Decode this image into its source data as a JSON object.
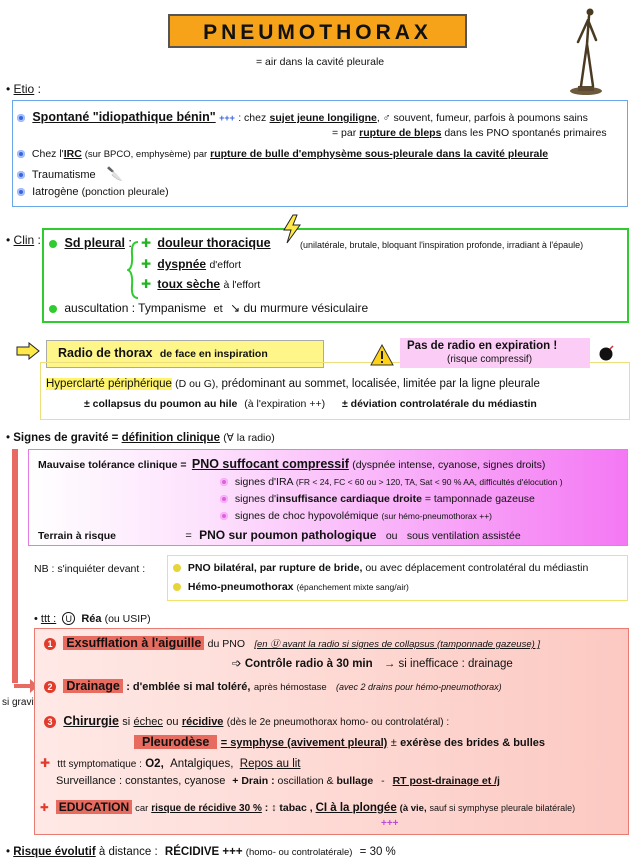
{
  "title": "PNEUMOTHORAX",
  "subtitle": "= air dans la cavité pleurale",
  "etio": {
    "label": "Etio",
    "line1_a": "Spontané \"idiopathique bénin\"",
    "line1_b": "+++",
    "line1_c": ": chez",
    "line1_d": "sujet jeune longiligne",
    "line1_e": ", ♂ souvent, fumeur, parfois à poumons sains",
    "line2_a": "= par",
    "line2_b": "rupture de bleps",
    "line2_c": "dans les PNO spontanés primaires",
    "line3_a": "Chez l'",
    "line3_b": "IRC",
    "line3_c": "(sur BPCO, emphysème) par",
    "line3_d": "rupture de bulle d'emphysème sous-pleurale dans la cavité pleurale",
    "line4": "Traumatisme",
    "line5_a": "Iatrogène",
    "line5_b": "(ponction pleurale)"
  },
  "clin": {
    "label": "Clin",
    "sd_label": "Sd pleural",
    "colon": ":",
    "item1_a": "douleur thoracique",
    "item1_b": "(unilatérale, brutale, bloquant l'inspiration profonde, irradiant à l'épaule)",
    "item2_a": "dyspnée",
    "item2_b": "d'effort",
    "item3_a": "toux sèche",
    "item3_b": "à l'effort",
    "ausc_a": "auscultation : Tympanisme",
    "ausc_b": "et",
    "ausc_c": "↘ du murmure vésiculaire"
  },
  "radio": {
    "title_a": "Radio de thorax",
    "title_b": "de face en inspiration",
    "warn_a": "Pas de radio en expiration !",
    "warn_b": "(risque compressif)",
    "line1_a": "Hyperclarté périphérique",
    "line1_b": "(D ou G),",
    "line1_c": "prédominant au sommet, localisée, limitée par la ligne pleurale",
    "line2_a": "± collapsus du poumon au hile",
    "line2_b": "(à l'expiration ++)",
    "line2_c": "± déviation controlatérale du médiastin"
  },
  "gravite": {
    "label_a": "Signes de gravité",
    "label_b": "=",
    "label_c": "définition clinique",
    "label_d": "(∀ la radio)",
    "mauvaise": "Mauvaise tolérance clinique =",
    "pno_suff": "PNO suffocant compressif",
    "pno_suff_b": "(dyspnée intense, cyanose, signes droits)",
    "ira_a": "signes d'IRA",
    "ira_b": "(FR < 24, FC < 60 ou > 120, TA, Sat < 90 % AA, difficultés d'élocution )",
    "icd_a": "signes d'",
    "icd_b": "insuffisance cardiaque droite",
    "icd_c": "= tamponnade gazeuse",
    "choc_a": "signes de choc hypovolémique",
    "choc_b": "(sur hémo-pneumothorax ++)",
    "terrain": "Terrain à risque",
    "terrain_eq": "=",
    "pno_patho": "PNO sur poumon pathologique",
    "pno_patho_b": "ou",
    "pno_patho_c": "sous ventilation assistée",
    "nb": "NB : s'inquiéter devant :",
    "nb1_a": "PNO bilatéral, par rupture de bride,",
    "nb1_b": "ou avec déplacement controlatéral du médiastin",
    "nb2_a": "Hémo-pneumothorax",
    "nb2_b": "(épanchement mixte sang/air)",
    "si_gravite": "si gravité"
  },
  "ttt": {
    "label": "ttt :",
    "rea": "Réa",
    "rea_b": "(ou USIP)",
    "n1_a": "Exsufflation à l'aiguille",
    "n1_b": "du PNO",
    "n1_c": "[en Ⓤ avant la radio si signes de collapsus (tamponnade gazeuse) ]",
    "n1_d": "➩ Contrôle radio à 30 min",
    "n1_e": "→ si inefficace : drainage",
    "n2_a": "Drainage",
    "n2_b": ": d'emblée si mal toléré,",
    "n2_c": "après hémostase",
    "n2_d": "(avec 2 drains pour hémo-pneumothorax)",
    "n3_a": "Chirurgie",
    "n3_b": "si",
    "n3_c": "échec",
    "n3_d": "ou",
    "n3_e": "récidive",
    "n3_f": "(dès le 2e pneumothorax homo- ou controlatéral) :",
    "pleuro_a": "Pleurodèse",
    "pleuro_b": "= symphyse (avivement pleural)",
    "pleuro_c": "±",
    "pleuro_d": "exérèse des brides & bulles",
    "sympt_a": "ttt symptomatique :",
    "sympt_b": "O2,",
    "sympt_c": "Antalgiques,",
    "sympt_d": "Repos au lit",
    "surv_a": "Surveillance : constantes, cyanose",
    "surv_b": "+ Drain :",
    "surv_c": "oscillation &",
    "surv_d": "bullage",
    "surv_e": "-",
    "surv_f": "RT post-drainage et /j",
    "edu_a": "EDUCATION",
    "edu_b": "car",
    "edu_c": "risque de récidive 30 %",
    "edu_d": ": ↕ tabac ,",
    "edu_e": "CI à la plongée",
    "edu_f": "(à vie,",
    "edu_g": "sauf si symphyse pleurale bilatérale)",
    "edu_h": "+++"
  },
  "risque": {
    "a": "Risque évolutif",
    "b": "à distance :",
    "c": "RÉCIDIVE +++",
    "d": "(homo- ou controlatérale)",
    "e": "= 30 %"
  },
  "colors": {
    "title_bg": "#f6a31a",
    "etio_border": "#6aa7e8",
    "clin_border": "#2fcc2f",
    "radio_bg": "#fff68a",
    "gravite_bg": "#f46cf4",
    "ttt_bg": "#fbd0cc",
    "accent_red": "#e23b2c"
  }
}
